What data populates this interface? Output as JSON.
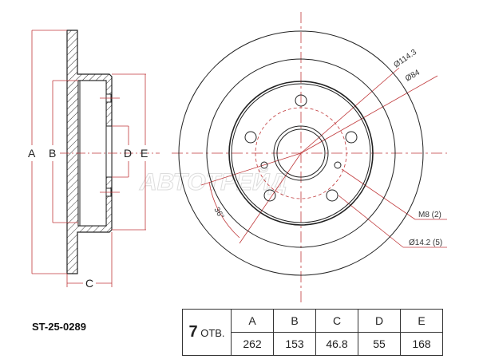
{
  "part_number": "ST-25-0289",
  "holes": {
    "count": "7",
    "label": "ОТВ."
  },
  "dimensions": {
    "headers": [
      "A",
      "B",
      "C",
      "D",
      "E"
    ],
    "values": [
      "262",
      "153",
      "46.8",
      "55",
      "168"
    ]
  },
  "side_view_labels": {
    "a": "A",
    "b": "B",
    "c": "C",
    "d": "D",
    "e": "E"
  },
  "front_view_labels": {
    "pcd": "Ø114.3",
    "bore": "Ø84",
    "angle": "36°",
    "thread": "M8 (2)",
    "hole_dia": "Ø14.2 (5)"
  },
  "watermark": "АВТОТРЕЙД",
  "colors": {
    "dimension": "#c0393b",
    "outline": "#222222"
  }
}
